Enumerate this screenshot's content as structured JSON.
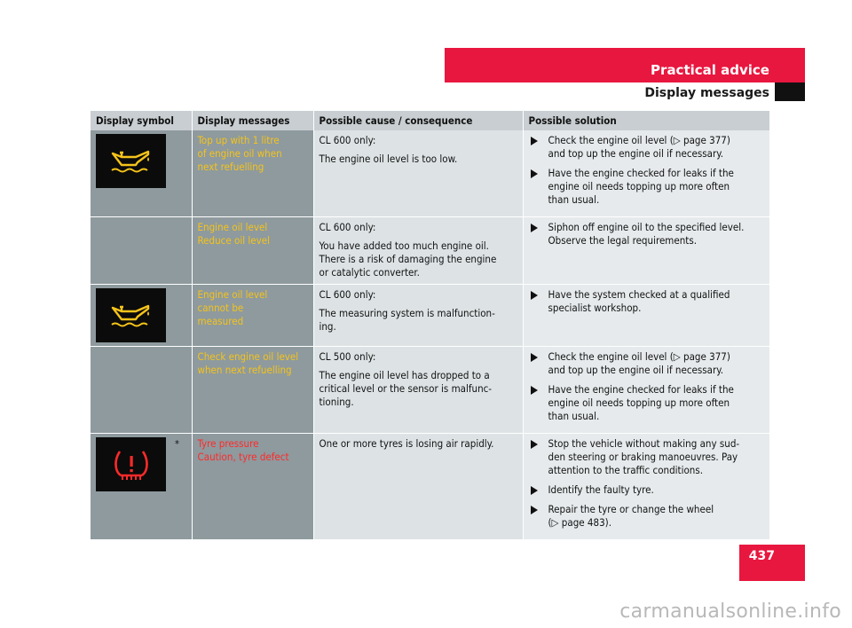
{
  "header": {
    "section": "Practical advice",
    "subsection": "Display messages"
  },
  "page_number": "437",
  "watermark": "carmanualsonline.info",
  "table": {
    "columns": [
      "Display symbol",
      "Display messages",
      "Possible cause / consequence",
      "Possible solution"
    ],
    "rows": [
      {
        "icon": "oil-can-icon",
        "message": "Top up with 1 litre of engine oil when next refuelling",
        "message_lines": [
          "Top up with 1 litre",
          "of engine oil when",
          "next refuelling"
        ],
        "cause": [
          "CL 600 only:",
          "The engine oil level is too low."
        ],
        "solutions": [
          [
            "Check the engine oil level (▷ page 377)",
            "and top up the engine oil if necessary."
          ],
          [
            "Have the engine checked for leaks if the",
            "engine oil needs topping up more often",
            "than usual."
          ]
        ]
      },
      {
        "message_lines": [
          "Engine oil level",
          "Reduce oil level"
        ],
        "cause_head": "CL 600 only:",
        "cause_lines": [
          "You have added too much engine oil.",
          "There is a risk of damaging the engine",
          "or catalytic converter."
        ],
        "solutions": [
          [
            "Siphon off engine oil to the specified level.",
            "Observe the legal requirements."
          ]
        ]
      },
      {
        "icon": "oil-can-icon",
        "message_lines": [
          "Engine oil level",
          "cannot be",
          "measured"
        ],
        "cause_head": "CL 600 only:",
        "cause_lines": [
          "The measuring system is malfunction-",
          "ing."
        ],
        "solutions": [
          [
            "Have the system checked at a qualified",
            "specialist workshop."
          ]
        ]
      },
      {
        "message_lines": [
          "Check engine oil level",
          "when next refuelling"
        ],
        "cause_head": "CL 500 only:",
        "cause_lines": [
          "The engine oil level has dropped to a",
          "critical level or the sensor is malfunc-",
          "tioning."
        ],
        "solutions": [
          [
            "Check the engine oil level (▷ page 377)",
            "and top up the engine oil if necessary."
          ],
          [
            "Have the engine checked for leaks if the",
            "engine oil needs topping up more often",
            "than usual."
          ]
        ]
      },
      {
        "icon": "tyre-pressure-warning-icon",
        "asterisk": "*",
        "message_lines": [
          "Tyre pressure",
          "Caution, tyre defect"
        ],
        "cause_lines": [
          "One or more tyres is losing air rapidly."
        ],
        "solutions": [
          [
            "Stop the vehicle without making any sud-",
            "den steering or braking manoeuvres. Pay",
            "attention to the traffic conditions."
          ],
          [
            "Identify the faulty tyre."
          ],
          [
            "Repair the tyre or change the wheel",
            "(▷ page 483)."
          ]
        ]
      }
    ]
  },
  "colors": {
    "accent_red": "#e8173f",
    "message_yellow": "#f5c31a",
    "message_red": "#ff2a2a",
    "symbol_column": "#8e9a9e"
  }
}
